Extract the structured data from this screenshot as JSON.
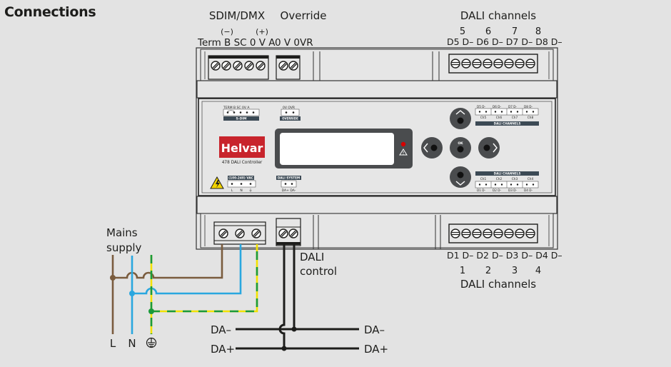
{
  "title": "Connections",
  "top_labels": {
    "sdim_dmx": "SDIM/DMX",
    "override": "Override",
    "minus": "(−)",
    "plus": "(+)",
    "sdim_terminals": "Term B SC 0 V A",
    "override_terminals": "0 V 0VR",
    "dali_channels_top": "DALI channels",
    "dali_top_numbers": [
      "5",
      "6",
      "7",
      "8"
    ],
    "dali_top_terminals": "D5 D– D6 D– D7 D– D8 D–"
  },
  "bottom_labels": {
    "dali_bottom_terminals": "D1 D– D2 D– D3 D– D4 D–",
    "dali_bottom_numbers": [
      "1",
      "2",
      "3",
      "4"
    ],
    "dali_channels_bottom": "DALI channels",
    "dali_control": [
      "DALI",
      "control"
    ],
    "mains_supply": [
      "Mains",
      "supply"
    ],
    "mains_terminals": [
      "L",
      "N",
      "⏚"
    ],
    "da_minus": "DA–",
    "da_plus": "DA+"
  },
  "panel": {
    "sdim_pins": "TERM B  SC  0V   A",
    "sdim_tag": "S-DIM",
    "override_pins": "0V  OVR",
    "override_tag": "OVERRIDE",
    "brand": "Helvar",
    "model": "478 DALI Controller",
    "vac_tag": "(100-240) VAC",
    "vac_pins": [
      "L",
      "N",
      "⏚"
    ],
    "dali_system_tag": "DALI SYSTEM",
    "dali_system_pins": "DA+ DA-",
    "ch_top_pins": [
      "D5 D-",
      "D6 D-",
      "D7 D-",
      "D8 D-"
    ],
    "ch_top_names": [
      "Ch5",
      "Ch6",
      "Ch7",
      "Ch8"
    ],
    "ch_tag": "DALI CHANNELS",
    "ch_bottom_names": [
      "Ch1",
      "Ch2",
      "Ch3",
      "Ch4"
    ],
    "ch_bottom_pins": [
      "D1 D-",
      "D2 D-",
      "D3 D-",
      "D4 D-"
    ],
    "ok_label": "OK",
    "warning_icon": "warning-triangle"
  },
  "colors": {
    "live": "#7a5c3e",
    "neutral": "#2aa7df",
    "earth_green": "#1a9a3a",
    "earth_yellow": "#f2e200",
    "dali_wire": "#1d1d1b",
    "brand_red": "#c8242c",
    "led_red": "#d50000",
    "tag_bg": "#3c4a55",
    "button_dark": "#4a4c4e"
  }
}
